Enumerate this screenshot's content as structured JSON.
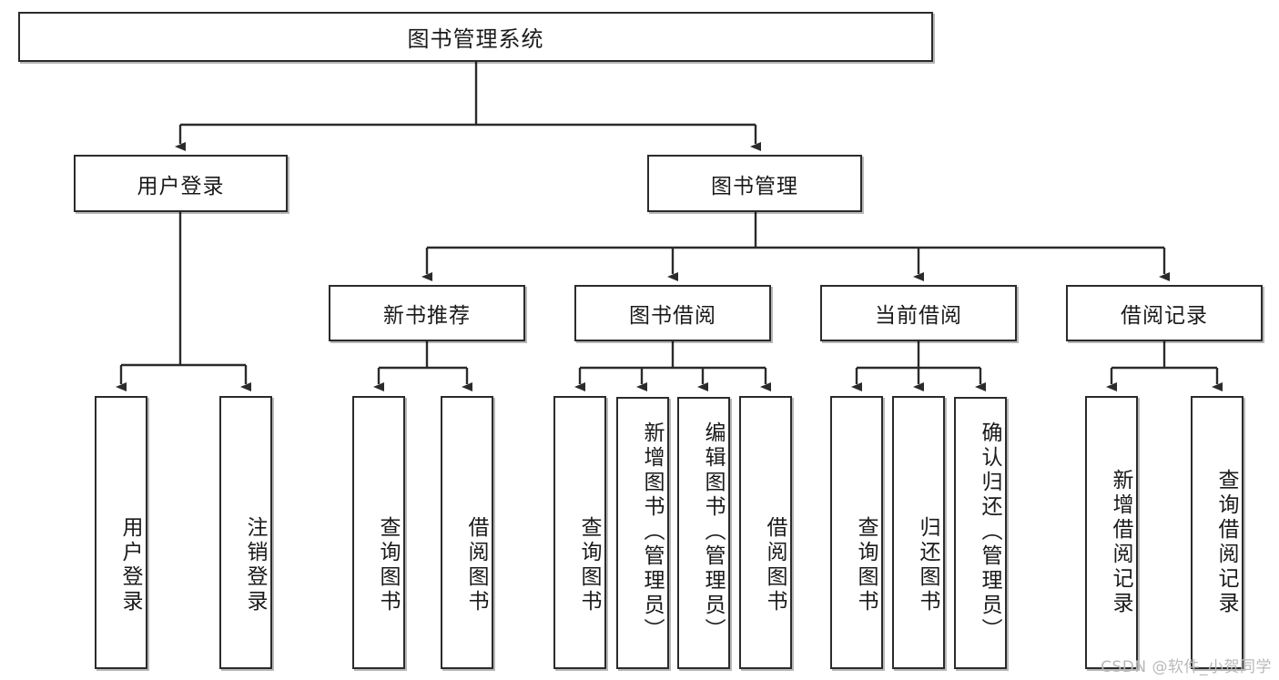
{
  "diagram": {
    "title": "图书管理系统",
    "type": "tree",
    "root": {
      "label": "图书管理系统"
    },
    "level2": [
      {
        "label": "用户登录"
      },
      {
        "label": "图书管理"
      }
    ],
    "level3": [
      {
        "label": "新书推荐"
      },
      {
        "label": "图书借阅"
      },
      {
        "label": "当前借阅"
      },
      {
        "label": "借阅记录"
      }
    ],
    "leaves": {
      "user_login": [
        {
          "label": "用户登录"
        },
        {
          "label": "注销登录"
        }
      ],
      "new_book_recommend": [
        {
          "label": "查询图书"
        },
        {
          "label": "借阅图书"
        }
      ],
      "book_borrow": [
        {
          "label": "查询图书"
        },
        {
          "label": "新增图书（管理员）"
        },
        {
          "label": "编辑图书（管理员）"
        },
        {
          "label": "借阅图书"
        }
      ],
      "current_borrow": [
        {
          "label": "查询图书"
        },
        {
          "label": "归还图书"
        },
        {
          "label": "确认归还（管理员）"
        }
      ],
      "borrow_record": [
        {
          "label": "新增借阅记录"
        },
        {
          "label": "查询借阅记录"
        }
      ]
    }
  },
  "watermark": {
    "text": "CSDN @软件_小贺同学"
  },
  "colors": {
    "box_border": "#2b2b2b",
    "box_fill": "#ffffff",
    "line": "#1a1a1a",
    "text": "#1a1a1a",
    "watermark": "#b9b9b9"
  }
}
